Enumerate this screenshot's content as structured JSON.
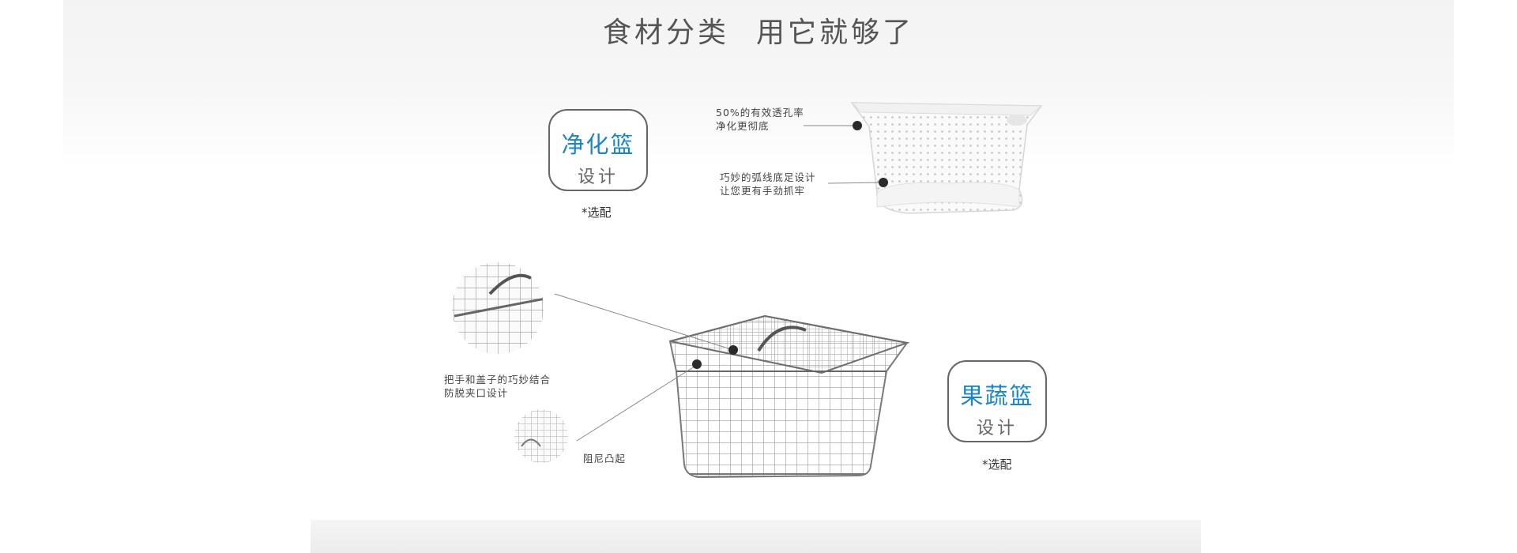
{
  "headline": {
    "part1": "食材分类",
    "part2": "用它就够了"
  },
  "purify_basket": {
    "title": "净化篮",
    "subtitle": "设计",
    "optional": "*选配",
    "notes": [
      {
        "line1": "50%的有效透孔率",
        "line2": "净化更彻底"
      },
      {
        "line1": "巧妙的弧线底足设计",
        "line2": "让您更有手劲抓牢"
      }
    ]
  },
  "fruit_basket": {
    "title": "果蔬篮",
    "subtitle": "设计",
    "optional": "*选配",
    "notes": [
      {
        "line1": "把手和盖子的巧妙结合",
        "line2": "防脱夹口设计"
      },
      {
        "line1": "阻尼凸起"
      }
    ]
  },
  "colors": {
    "accent": "#1a86c8",
    "text": "#555555",
    "border": "#666666"
  }
}
